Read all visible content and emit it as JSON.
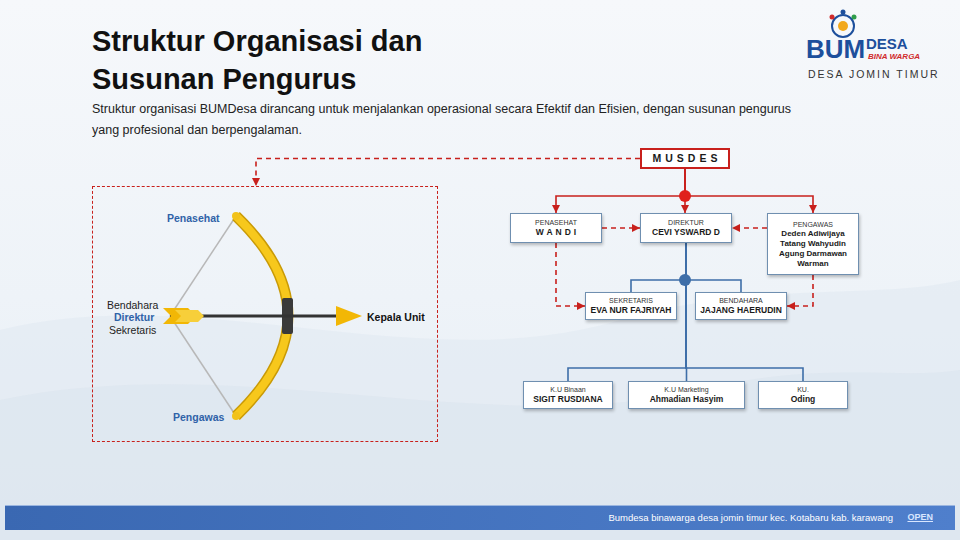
{
  "diagram": {
    "title": "Struktur Organisasi dan Susunan Pengurus",
    "nodes": [
      {
        "text": [
          "MUSDES"
        ]
      },
      {
        "text": [
          "Penasehat",
          "Bendahara",
          "Direktur",
          "Sekretaris",
          "Kepala Unit",
          "Pengawas"
        ]
      },
      {
        "text": [
          "PENASEHAT",
          "WANDI"
        ]
      },
      {
        "text": [
          "DIREKTUR",
          "CEVI YSWARD D"
        ]
      },
      {
        "text": [
          "PENGAWAS",
          "Deden Adiwijaya",
          "Tatang Wahyudin",
          "Agung Darmawan",
          "Warman"
        ]
      },
      {
        "text": [
          "SEKRETARIS",
          "EVA NUR FAJRIYAH"
        ]
      },
      {
        "text": [
          "BENDAHARA",
          "JAJANG HAERUDIN"
        ]
      },
      {
        "text": [
          "K.U Binaan",
          "SIGIT RUSDIANA"
        ]
      },
      {
        "text": [
          "K.U Marketing",
          "Ahmadian Hasyim"
        ]
      },
      {
        "text": [
          "KU.",
          "Oding"
        ]
      },
      {
        "text": [
          "Bumdesa binawarga desa jomin timur kec. Kotabaru kab. karawang",
          "OPEN"
        ]
      }
    ],
    "edges": [
      {
        "from": 0,
        "to": 1,
        "arrow": "to"
      },
      {
        "from": 0,
        "to": 2,
        "arrow": "to"
      },
      {
        "from": 0,
        "to": 3,
        "arrow": "to"
      },
      {
        "from": 0,
        "to": 4,
        "arrow": "to"
      },
      {
        "from": 2,
        "to": 3,
        "arrow": "to"
      },
      {
        "from": 4,
        "to": 3,
        "arrow": "to"
      },
      {
        "from": 2,
        "to": 5,
        "arrow": "to"
      },
      {
        "from": 4,
        "to": 6,
        "arrow": "to"
      },
      {
        "from": 3,
        "to": 5,
        "arrow": "none"
      },
      {
        "from": 3,
        "to": 6,
        "arrow": "none"
      },
      {
        "from": 3,
        "to": 7,
        "arrow": "none"
      },
      {
        "from": 3,
        "to": 8,
        "arrow": "none"
      },
      {
        "from": 3,
        "to": 9,
        "arrow": "none"
      }
    ],
    "labels": [
      "Struktur organisasi BUMDesa dirancang untuk menjalankan operasional secara Efektif dan Efisien, dengan susunan pengurus yang profesional dan berpengalaman.",
      "BUM",
      "DESA",
      "BINA WARGA",
      "DESA JOMIN TIMUR"
    ]
  }
}
